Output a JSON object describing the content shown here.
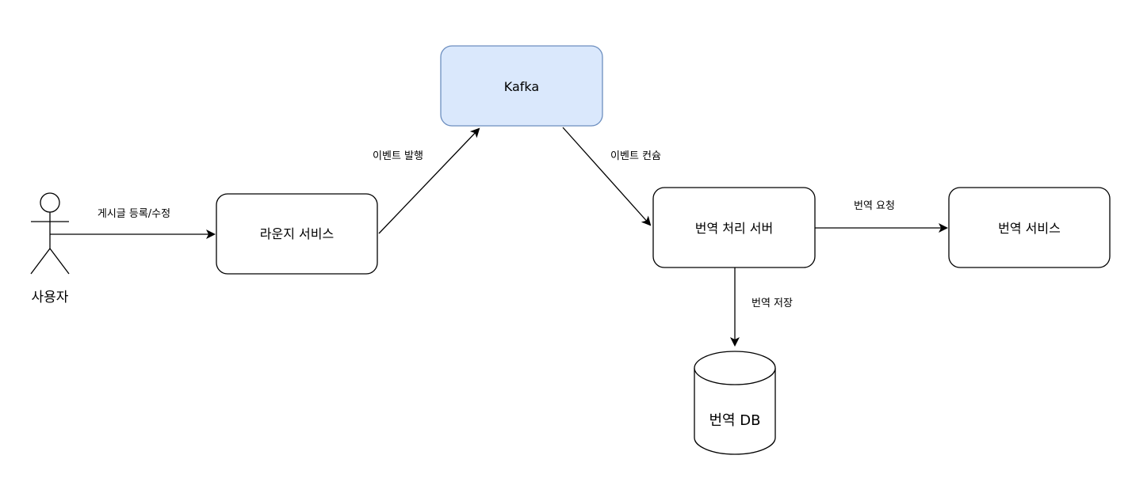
{
  "nodes": {
    "actor_user": "사용자",
    "lounge_service": "라운지 서비스",
    "kafka": "Kafka",
    "translation_server": "번역 처리 서버",
    "translation_service": "번역 서비스",
    "translation_db": "번역 DB"
  },
  "edges": {
    "post_create_update": "게시글 등록/수정",
    "event_publish": "이벤트 발행",
    "event_consume": "이벤트 컨슘",
    "translation_request": "번역 요청",
    "translation_store": "번역 저장"
  },
  "colors": {
    "kafka_fill": "#dae8fc",
    "kafka_stroke": "#6c8ebf",
    "stroke": "#000000",
    "background": "#ffffff"
  }
}
